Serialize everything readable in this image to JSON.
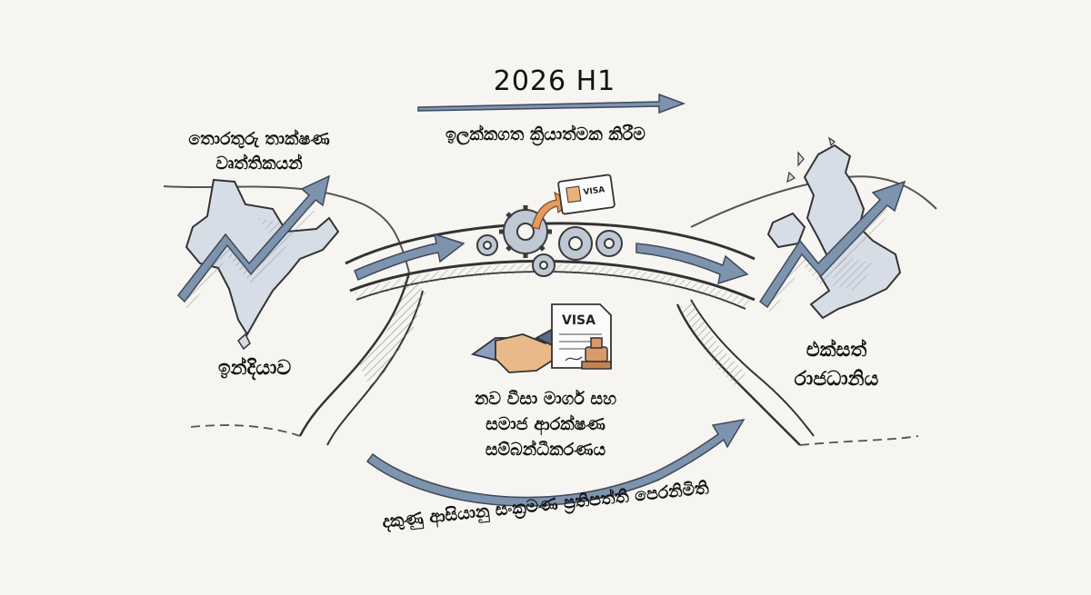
{
  "diagram": {
    "period": "2026 H1",
    "targeted_implementation": "ඉලක්කගත ක්‍රියාත්මක කිරීම",
    "india_it_line1": "තොරතුරු තාක්ෂණ",
    "india_it_line2": "වෘත්තිකයන්",
    "india_name": "ඉන්දියාව",
    "uk_line1": "එක්සත්",
    "uk_line2": "රාජධානිය",
    "visa_line1": "නව වීසා මාර්ග සහ",
    "visa_line2": "සමාජ ආරක්ෂණ",
    "visa_line3": "සම්බන්ධීකරණය",
    "bottom_caption": "දකුණු ආසියානු සංක්‍රමණ ප්‍රතිපත්ති පෙරනිමිති",
    "visa_doc_label": "VISA",
    "visa_card_label": "VISA"
  },
  "colors": {
    "arrow_fill": "#7e93ad",
    "arrow_edge": "#3d4a5c",
    "land": "#d7dde6",
    "ink": "#2a2a2a",
    "hand_left": "#8aa0c0",
    "hand_right": "#e9b98a",
    "stamp": "#d99a6a"
  },
  "icons": [
    "india-map-icon",
    "uk-map-icon",
    "gears-icon",
    "visa-card-icon",
    "handshake-icon",
    "visa-document-icon",
    "stamp-icon",
    "growth-arrow-icon"
  ]
}
